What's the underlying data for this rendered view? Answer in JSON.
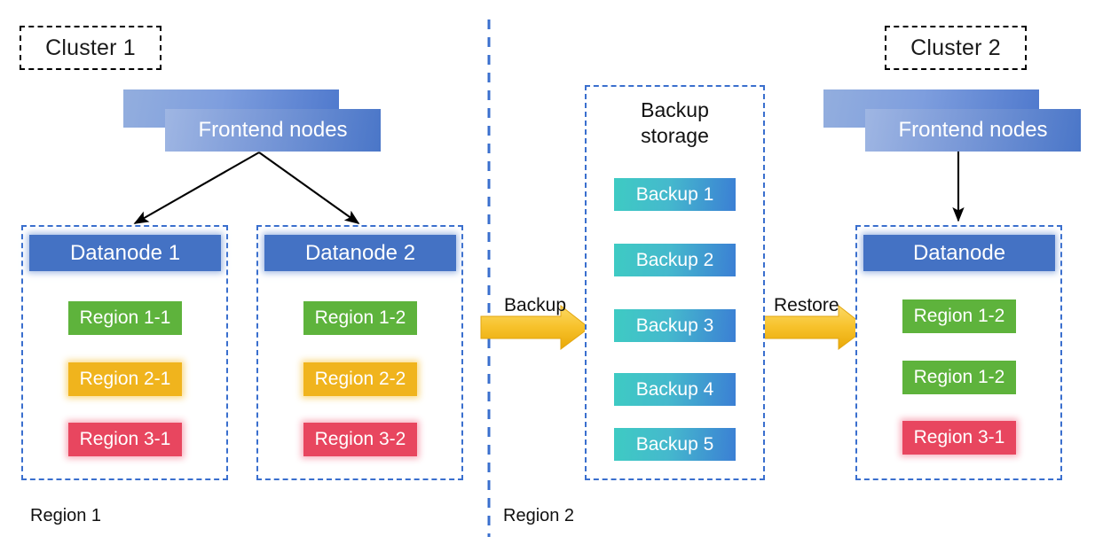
{
  "diagram": {
    "title_clusters": [
      {
        "id": "cluster-1",
        "label": "Cluster 1"
      },
      {
        "id": "cluster-2",
        "label": "Cluster 2"
      }
    ],
    "colors": {
      "datanode_blue": "#4472c4",
      "frontend_blue": "#7e9cd9",
      "region_green": "#5eb33c",
      "region_yellow": "#f0b41d",
      "region_red": "#e8465f",
      "backup_teal": "#3ecbc3",
      "backup_blue": "#3b7fd4",
      "dashed_blue": "#3a6fce",
      "arrow_yellow": "#f5c636",
      "arrow_black": "#000000",
      "background": "#ffffff"
    },
    "cluster1": {
      "frontend": {
        "label": "Frontend nodes"
      },
      "datanodes": [
        {
          "id": "datanode-1",
          "header": "Datanode 1",
          "regions": [
            {
              "label": "Region 1-1",
              "color": "green"
            },
            {
              "label": "Region 2-1",
              "color": "yellow"
            },
            {
              "label": "Region 3-1",
              "color": "red"
            }
          ]
        },
        {
          "id": "datanode-2",
          "header": "Datanode 2",
          "regions": [
            {
              "label": "Region 1-2",
              "color": "green"
            },
            {
              "label": "Region 2-2",
              "color": "yellow"
            },
            {
              "label": "Region 3-2",
              "color": "red"
            }
          ]
        }
      ]
    },
    "backup_storage": {
      "title_line1": "Backup",
      "title_line2": "storage",
      "backups": [
        {
          "label": "Backup 1"
        },
        {
          "label": "Backup 2"
        },
        {
          "label": "Backup 3"
        },
        {
          "label": "Backup 4"
        },
        {
          "label": "Backup 5"
        }
      ]
    },
    "cluster2": {
      "frontend": {
        "label": "Frontend nodes"
      },
      "datanode": {
        "id": "datanode-restored",
        "header": "Datanode",
        "regions": [
          {
            "label": "Region 1-2",
            "color": "green"
          },
          {
            "label": "Region 1-2",
            "color": "green"
          },
          {
            "label": "Region 3-1",
            "color": "red"
          }
        ]
      }
    },
    "flows": [
      {
        "id": "backup-flow",
        "label": "Backup"
      },
      {
        "id": "restore-flow",
        "label": "Restore"
      }
    ],
    "region_footers": [
      {
        "id": "region-1-footer",
        "label": "Region 1"
      },
      {
        "id": "region-2-footer",
        "label": "Region 2"
      }
    ]
  }
}
